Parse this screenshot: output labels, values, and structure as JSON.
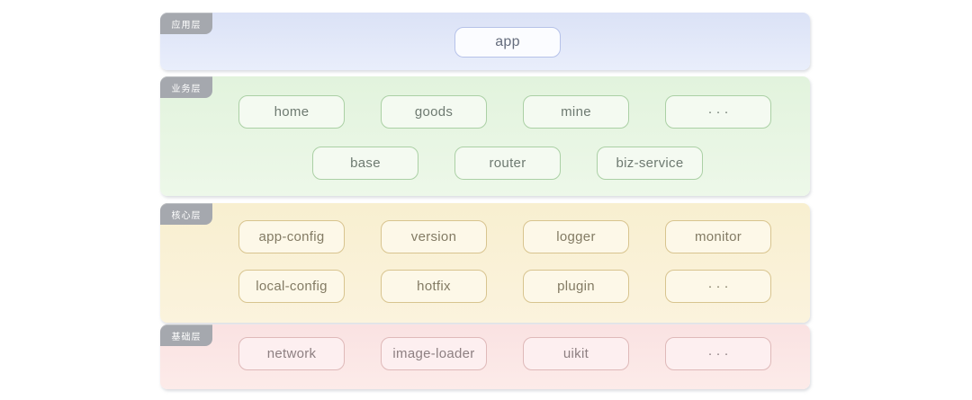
{
  "diagram": {
    "title_hint": "app layered architecture",
    "colors": {
      "application_layer_bg": "#dde4f8",
      "business_layer_bg": "#e6f5e1",
      "core_layer_bg": "#f9f0d4",
      "foundation_layer_bg": "#fbe4e4",
      "tab_bg": "#a5a8ae",
      "tab_text": "#ffffff"
    },
    "layers": [
      {
        "tab": "应用层",
        "rows": [
          [
            "app"
          ]
        ]
      },
      {
        "tab": "业务层",
        "rows": [
          [
            "home",
            "goods",
            "mine",
            "···"
          ],
          [
            "base",
            "router",
            "biz-service"
          ]
        ]
      },
      {
        "tab": "核心层",
        "rows": [
          [
            "app-config",
            "version",
            "logger",
            "monitor"
          ],
          [
            "local-config",
            "hotfix",
            "plugin",
            "···"
          ]
        ]
      },
      {
        "tab": "基础层",
        "rows": [
          [
            "network",
            "image-loader",
            "uikit",
            "···"
          ]
        ]
      }
    ]
  }
}
